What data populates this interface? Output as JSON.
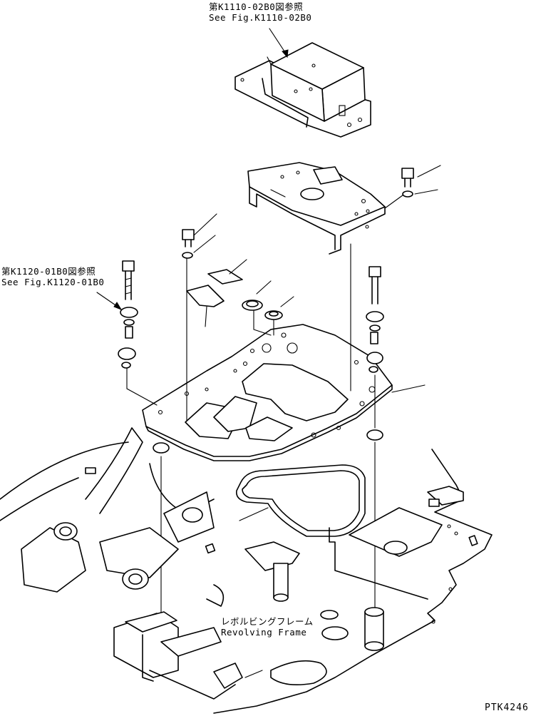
{
  "references": {
    "top": {
      "jp": "第K1110-02B0図参照",
      "en": "See Fig.K1110-02B0"
    },
    "left": {
      "jp": "第K1120-01B0図参照",
      "en": "See Fig.K1120-01B0"
    }
  },
  "frame_label": {
    "jp": "レボルビングフレーム",
    "en": "Revolving Frame"
  },
  "drawing_code": "PTK4246"
}
